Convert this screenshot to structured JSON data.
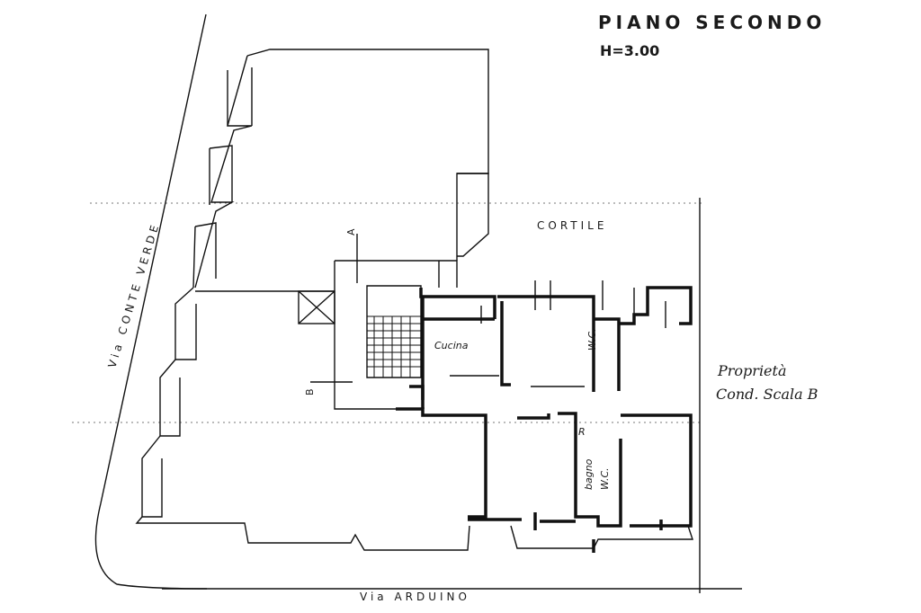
{
  "header": {
    "title": "PIANO SECONDO",
    "height_note": "H=3.00"
  },
  "labels": {
    "courtyard": "CORTILE",
    "street_left": "Via CONTE VERDE",
    "street_bottom": "Via ARDUINO",
    "property_line1": "Proprietà",
    "property_line2": "Cond. Scala B"
  },
  "rooms": {
    "kitchen": "Cucina",
    "wc_upper": "W.C.",
    "bath_line1": "bagno",
    "bath_line2": "W.C.",
    "r_mark": "R"
  },
  "section_marks": {
    "upper": "A",
    "lower": "B"
  }
}
